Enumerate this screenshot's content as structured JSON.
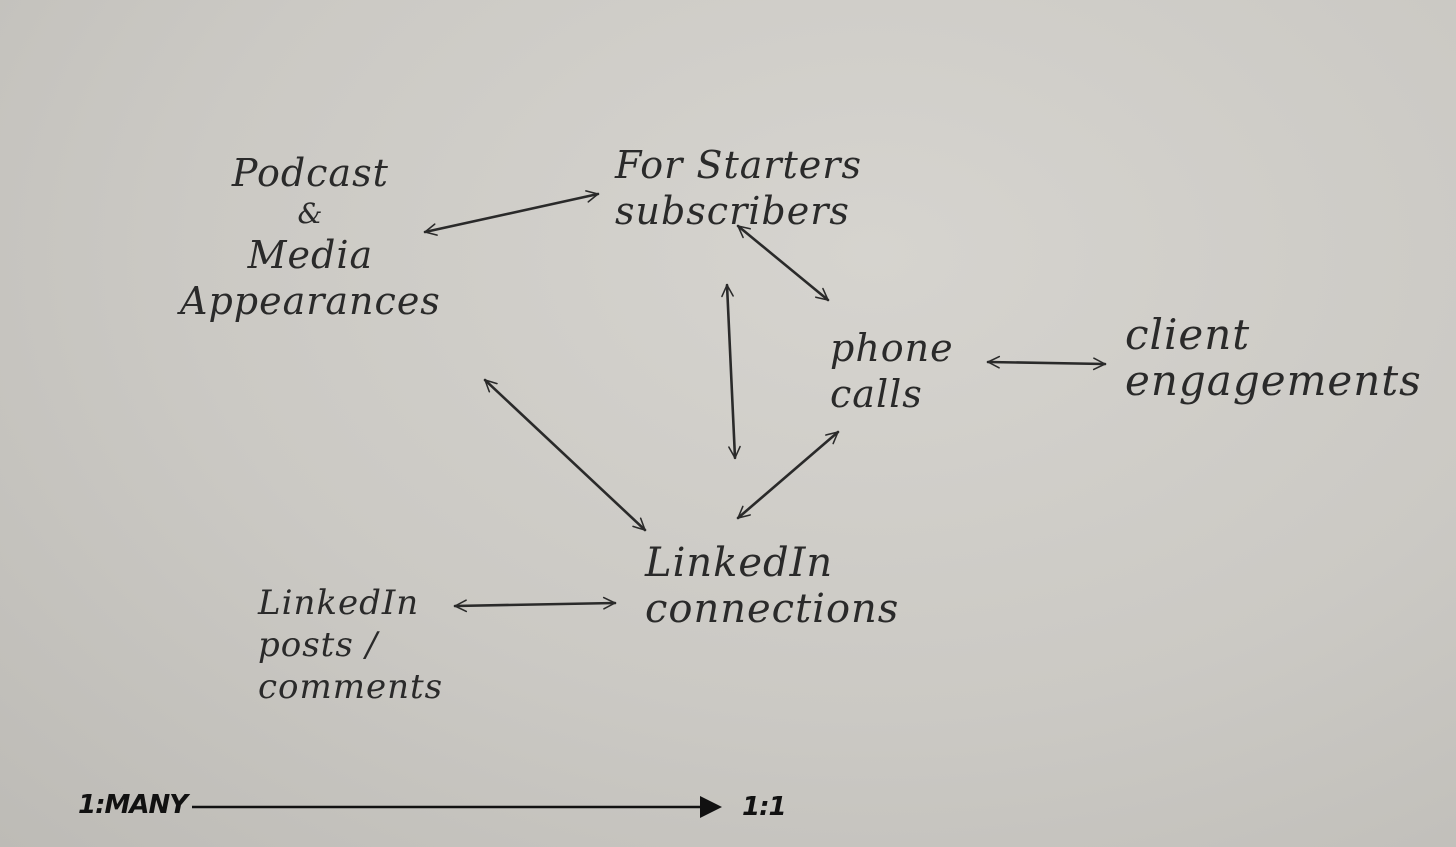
{
  "diagram": {
    "nodes": {
      "podcast": {
        "lines": [
          "Podcast",
          "&",
          "Media",
          "Appearances"
        ]
      },
      "subscribers": {
        "lines": [
          "For Starters",
          "subscribers"
        ]
      },
      "phone": {
        "lines": [
          "phone",
          "calls"
        ]
      },
      "client": {
        "lines": [
          "client",
          "engagements"
        ]
      },
      "connections": {
        "lines": [
          "LinkedIn",
          "connections"
        ]
      },
      "posts": {
        "lines": [
          "LinkedIn",
          "posts /",
          "comments"
        ]
      }
    },
    "edges": [
      {
        "from": "podcast",
        "to": "subscribers",
        "direction": "both"
      },
      {
        "from": "subscribers",
        "to": "phone",
        "direction": "both"
      },
      {
        "from": "subscribers",
        "to": "connections",
        "direction": "both"
      },
      {
        "from": "phone",
        "to": "client",
        "direction": "both"
      },
      {
        "from": "phone",
        "to": "connections",
        "direction": "both"
      },
      {
        "from": "podcast",
        "to": "connections",
        "direction": "both"
      },
      {
        "from": "posts",
        "to": "connections",
        "direction": "both"
      }
    ],
    "scale": {
      "left_label": "1:MANY",
      "right_label": "1:1"
    },
    "colors": {
      "ink": "#2a2a2a",
      "paper": "#cbc9c4",
      "footer_ink": "#111111"
    }
  }
}
